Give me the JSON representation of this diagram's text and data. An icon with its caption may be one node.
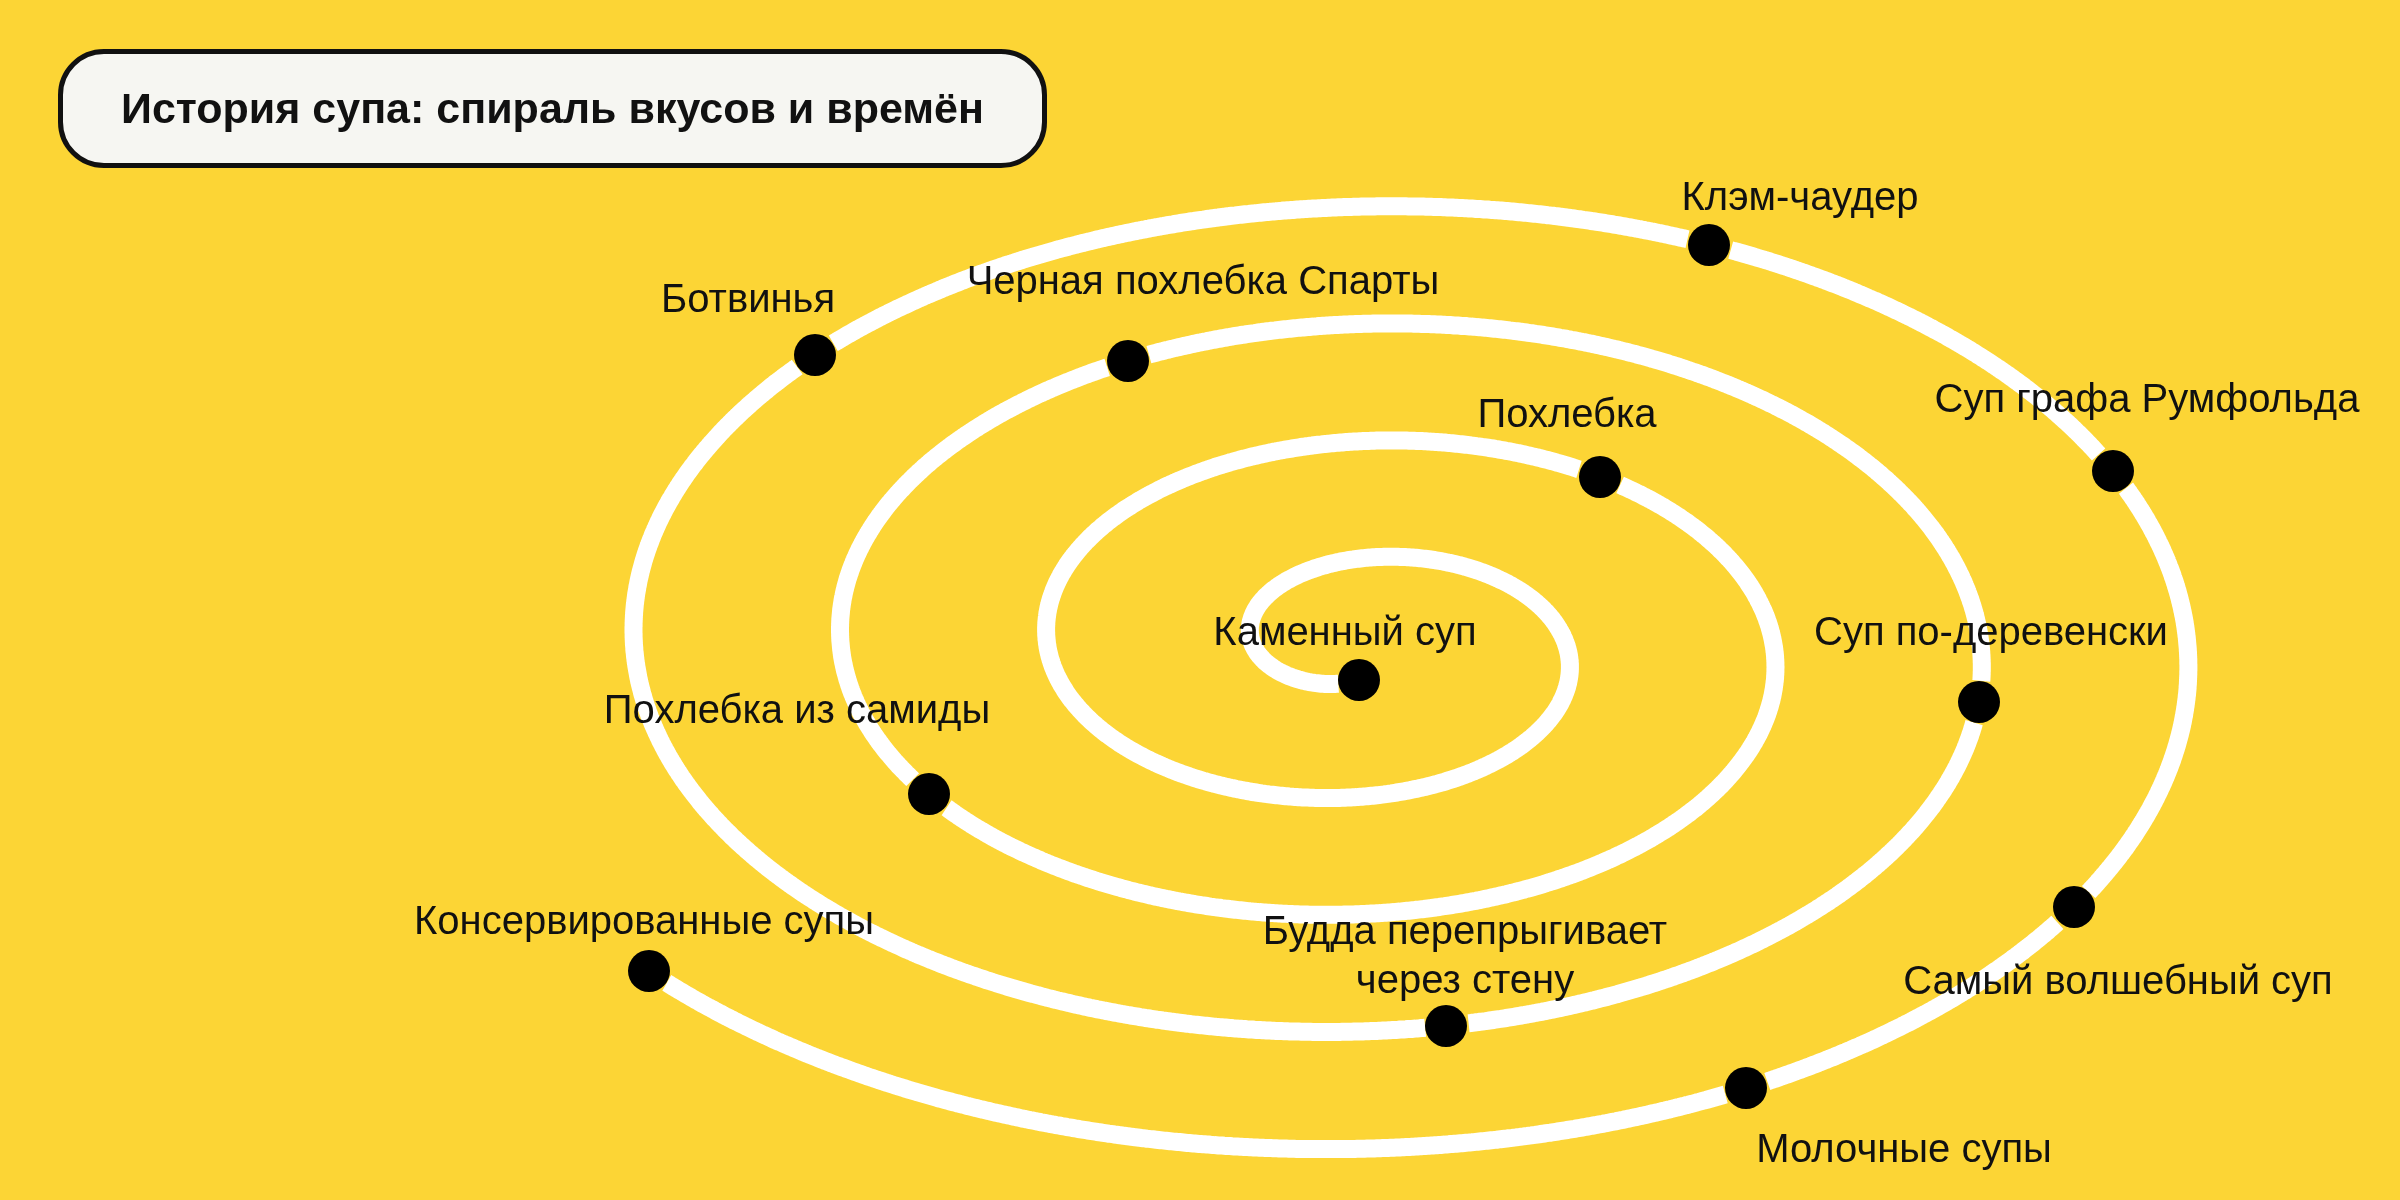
{
  "diagram": {
    "title": "История супа: спираль вкусов и времён",
    "nodes": [
      {
        "text": [],
        "shape": "circle",
        "beside": [
          "Каменный суп"
        ]
      },
      {
        "text": [],
        "shape": "circle",
        "beside": [
          "Похлебка"
        ]
      },
      {
        "text": [],
        "shape": "circle",
        "beside": [
          "Похлебка из самиды"
        ]
      },
      {
        "text": [],
        "shape": "circle",
        "beside": [
          "Черная похлебка Спарты"
        ]
      },
      {
        "text": [],
        "shape": "circle",
        "beside": [
          "Суп по-деревенски"
        ]
      },
      {
        "text": [],
        "shape": "circle",
        "beside": [
          "Будда перепрыгивает через стену"
        ]
      },
      {
        "text": [],
        "shape": "circle",
        "beside": [
          "Ботвинья"
        ]
      },
      {
        "text": [],
        "shape": "circle",
        "beside": [
          "Клэм-чаудер"
        ]
      },
      {
        "text": [],
        "shape": "circle",
        "beside": [
          "Суп графа Румфольда"
        ]
      },
      {
        "text": [],
        "shape": "circle",
        "beside": [
          "Самый волшебный суп"
        ]
      },
      {
        "text": [],
        "shape": "circle",
        "beside": [
          "Молочные супы"
        ]
      },
      {
        "text": [],
        "shape": "circle",
        "beside": [
          "Консервированные супы"
        ]
      }
    ],
    "edges": [
      {
        "from": 0,
        "to": 1,
        "arrow": "none"
      },
      {
        "from": 1,
        "to": 2,
        "arrow": "none"
      },
      {
        "from": 2,
        "to": 3,
        "arrow": "none"
      },
      {
        "from": 3,
        "to": 4,
        "arrow": "none"
      },
      {
        "from": 4,
        "to": 5,
        "arrow": "none"
      },
      {
        "from": 5,
        "to": 6,
        "arrow": "none"
      },
      {
        "from": 6,
        "to": 7,
        "arrow": "none"
      },
      {
        "from": 7,
        "to": 8,
        "arrow": "none"
      },
      {
        "from": 8,
        "to": 9,
        "arrow": "none"
      },
      {
        "from": 9,
        "to": 10,
        "arrow": "none"
      },
      {
        "from": 10,
        "to": 11,
        "arrow": "none"
      }
    ]
  }
}
